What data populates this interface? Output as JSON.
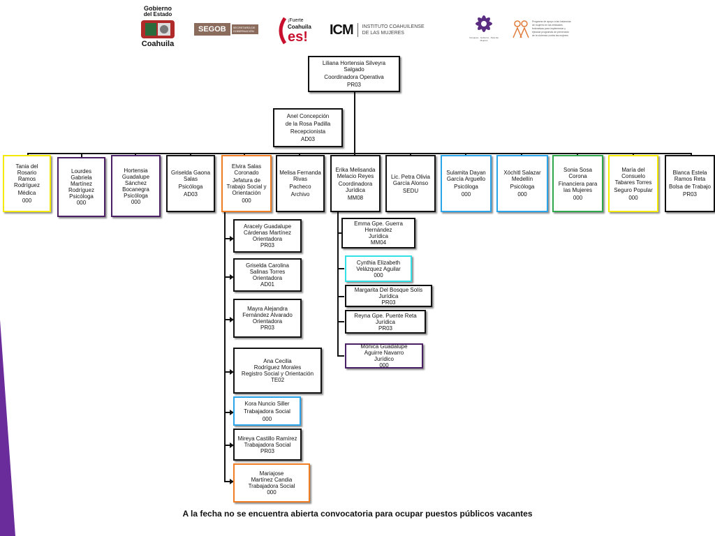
{
  "logos": {
    "gobierno_line1": "Gobierno",
    "gobierno_line2": "del Estado",
    "gobierno_name": "Coahuila",
    "segob": "SEGOB",
    "segob_sub": "SECRETARÍA DE GOBERNACIÓN",
    "fuerte_small": "¡Fuerte",
    "fuerte_coahuila": "Coahuila",
    "fuerte_es": "es!",
    "icm_acronym": "ICM",
    "icm_line1": "INSTITUTO COAHUILENSE",
    "icm_line2": "DE LAS MUJERES",
    "inmujeres_caption": "Inmujeres · Gobierno · Para las Mujeres",
    "program_line1": "Programa de apoyo a las instancias",
    "program_line2": "de mujeres en las entidades",
    "program_line3": "federativas para implementar y",
    "program_line4": "ejecutar programas de prevención",
    "program_line5": "de la violencia contra las mujeres"
  },
  "top": {
    "name_a": "Liliana Hortensia Silveyra",
    "name_b": "Salgado",
    "role": "Coordinadora Operativa",
    "code": "PR03"
  },
  "reception": {
    "name_a": "Anel Concepción",
    "name_b": "de la Rosa Padilla",
    "role": "Recepcionista",
    "code": "AD03"
  },
  "level2": [
    {
      "lines": [
        "Tania del Rosario",
        "Ramos",
        "Rodríguez"
      ],
      "role": "Médica",
      "code": "000"
    },
    {
      "lines": [
        "Lourdes",
        "Gabriela",
        "Martínez",
        "Rodríguez",
        "Psicóloga",
        "000"
      ],
      "role": "",
      "code": ""
    },
    {
      "lines": [
        "Hortensia",
        "Guadalupe",
        "Sánchez",
        "Bocanegra",
        "Psicóloga",
        "000"
      ],
      "role": "",
      "code": ""
    },
    {
      "lines": [
        "Griselda Gaona",
        "Salas"
      ],
      "role": "Psicóloga",
      "code": "AD03"
    },
    {
      "lines": [
        "Elvira Salas",
        "Coronado"
      ],
      "role": "Jefatura de Trabajo Social y Orientación",
      "code": "000"
    },
    {
      "lines": [
        "Melisa Fernanda",
        "Rivas"
      ],
      "role": "Pacheco",
      "code": "Archivo"
    },
    {
      "lines": [
        "Erika Melisanda",
        "Melacio Reyes"
      ],
      "role": "Coordinadora Jurídica",
      "code": "MM08"
    },
    {
      "lines": [
        "Lic. Petra Olivia",
        "García Alonso"
      ],
      "role": "SEDU",
      "code": ""
    },
    {
      "lines": [
        "Sulamita Dayan",
        "García Arguello"
      ],
      "role": "Psicóloga",
      "code": "000"
    },
    {
      "lines": [
        "Xóchitl Salazar",
        "Medellín"
      ],
      "role": "Psicóloga",
      "code": "000"
    },
    {
      "lines": [
        "Sonia Sosa",
        "Corona"
      ],
      "role": "Financiera para las Mujeres",
      "code": "000"
    },
    {
      "lines": [
        "María del",
        "Consuelo",
        "Tabares Torres"
      ],
      "role": "Seguro Popular",
      "code": "000"
    },
    {
      "lines": [
        "Blanca Estela",
        "Ramos Reta"
      ],
      "role": "Bolsa de Trabajo",
      "code": "PR03"
    }
  ],
  "social": [
    {
      "lines": [
        "Aracely Guadalupe",
        "Cárdenas Martínez",
        "Orientadora",
        "PR03"
      ]
    },
    {
      "lines": [
        "Griselda Carolina",
        "Salinas Torres",
        "Orientadora",
        "AD01"
      ]
    },
    {
      "lines": [
        "Mayra Alejandra",
        "Fernández Alvarado",
        "Orientadora",
        "PR03"
      ]
    },
    {
      "lines": [
        "Ana Cecilia",
        "Rodríguez Morales",
        "Registro Social y Orientación",
        "TE02"
      ]
    },
    {
      "lines": [
        "Kora Nuncio Siller",
        "Trabajadora Social",
        "000"
      ]
    },
    {
      "lines": [
        "Mireya Castillo Ramírez",
        "Trabajadora Social",
        "PR03"
      ]
    },
    {
      "lines": [
        "Mariajose",
        "Martínez Candia",
        "Trabajadora Social",
        "000"
      ]
    }
  ],
  "legal": [
    {
      "lines": [
        "Emma Gpe. Guerra",
        "Hernández",
        "Jurídica",
        "MM04"
      ]
    },
    {
      "lines": [
        "Cynthia Elizabeth",
        "Velázquez Aguilar",
        "000"
      ]
    },
    {
      "lines": [
        "Margarita Del Bosque Solís",
        "Jurídica",
        "PR03"
      ]
    },
    {
      "lines": [
        "Reyna Gpe. Puente Reta",
        "Jurídica",
        "PR03"
      ]
    },
    {
      "lines": [
        "Mónica Guadalupe",
        "Aguirre Navarro",
        "Jurídico",
        "000"
      ]
    }
  ],
  "footer": "A la fecha no se encuentra abierta convocatoria para ocupar puestos públicos vacantes",
  "colors": {
    "yellow": "#f4e900",
    "purple": "#4a1f63",
    "orange": "#ef7d22",
    "blue": "#2aa4e8",
    "green": "#2ea84a",
    "cyan": "#33e0e5",
    "sidebar": "#6a2c9a"
  }
}
